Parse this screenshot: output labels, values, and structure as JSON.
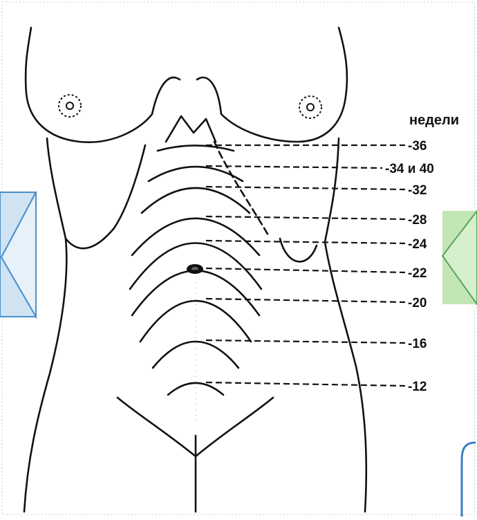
{
  "diagram": {
    "unit_label": "недели",
    "week_labels": [
      "36",
      "34 и 40",
      "32",
      "28",
      "24",
      "22",
      "20",
      "16",
      "12"
    ]
  },
  "colors": {
    "line": "#111111",
    "nav_fill": "#cfe3f3",
    "nav_stroke": "#4a8fc9",
    "nav_right_fill": "#c2e6b4",
    "nav_right_stroke": "#5aa35a",
    "card_stroke": "#3a7cc4"
  },
  "controls": {
    "prev_icon": "triangle-left-icon",
    "next_icon": "triangle-left-icon",
    "card_icon": "rounded-card-icon"
  }
}
